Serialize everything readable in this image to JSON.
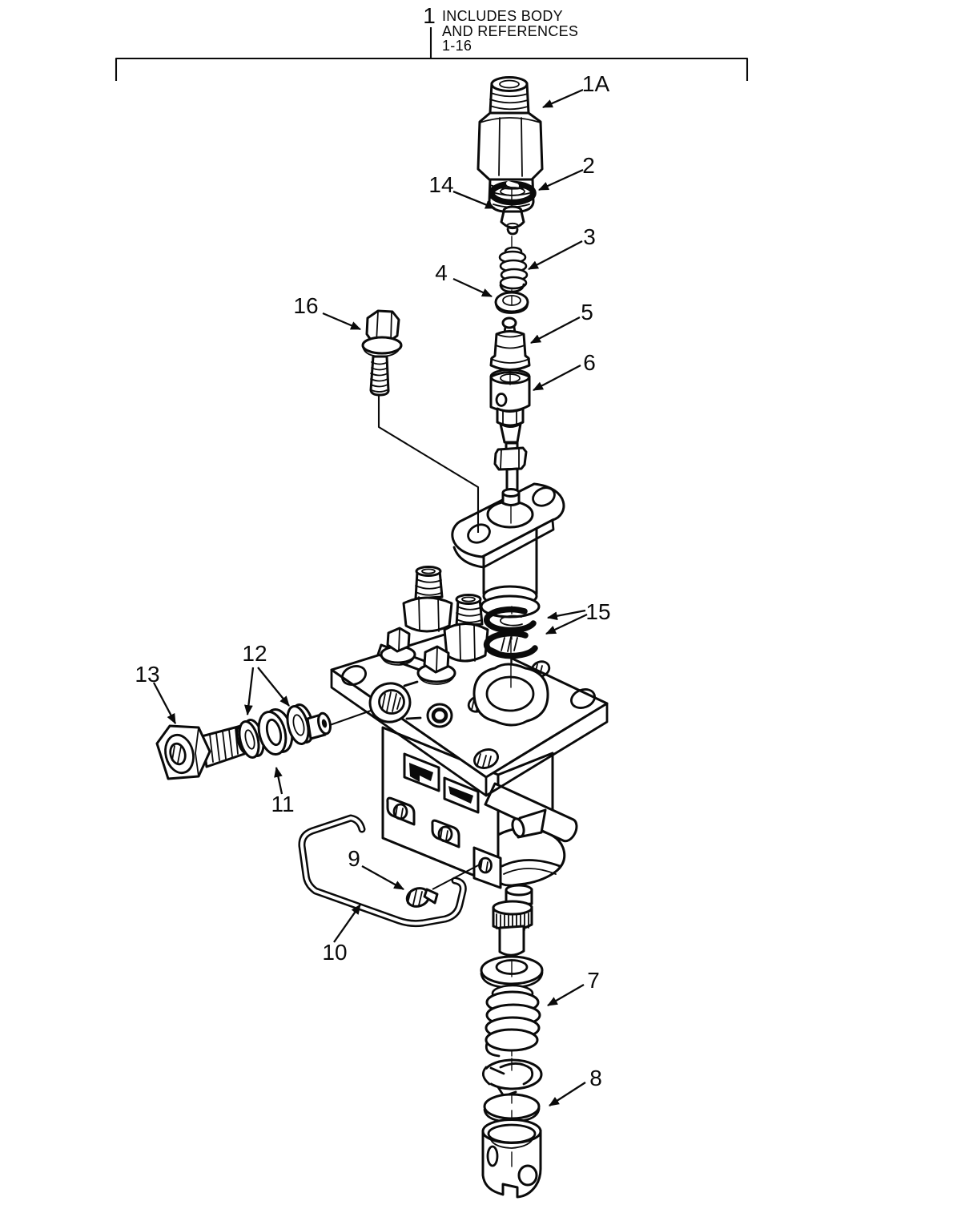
{
  "page": {
    "background": "#ffffff",
    "ink": "#0a0a0a"
  },
  "header": {
    "number": "1",
    "lines": [
      "INCLUDES BODY",
      "AND REFERENCES",
      "1-16"
    ]
  },
  "callouts": [
    {
      "id": "1A",
      "label": "1A"
    },
    {
      "id": "2",
      "label": "2"
    },
    {
      "id": "3",
      "label": "3"
    },
    {
      "id": "4",
      "label": "4"
    },
    {
      "id": "5",
      "label": "5"
    },
    {
      "id": "6",
      "label": "6"
    },
    {
      "id": "7",
      "label": "7"
    },
    {
      "id": "8",
      "label": "8"
    },
    {
      "id": "9",
      "label": "9"
    },
    {
      "id": "10",
      "label": "10"
    },
    {
      "id": "11",
      "label": "11"
    },
    {
      "id": "12",
      "label": "12"
    },
    {
      "id": "13",
      "label": "13"
    },
    {
      "id": "14",
      "label": "14"
    },
    {
      "id": "15",
      "label": "15"
    },
    {
      "id": "16",
      "label": "16"
    }
  ]
}
